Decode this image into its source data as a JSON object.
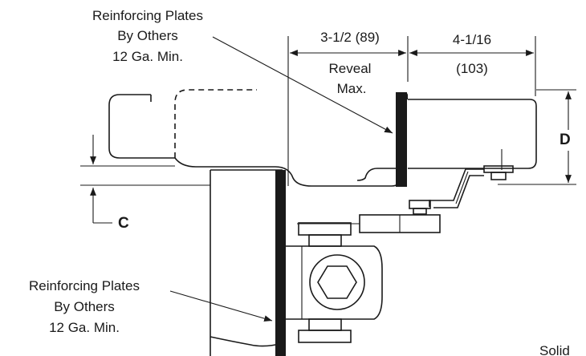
{
  "labels": {
    "plate_top": [
      "Reinforcing Plates",
      "By Others",
      "12 Ga. Min."
    ],
    "plate_bottom": [
      "Reinforcing Plates",
      "By Others",
      "12 Ga. Min."
    ],
    "reveal_dim": "3-1/2 (89)",
    "reveal_text": [
      "Reveal",
      "Max."
    ],
    "right_dim": [
      "4-1/16",
      "(103)"
    ],
    "dim_d": "D",
    "dim_c": "C",
    "corner_text": "Solid"
  }
}
